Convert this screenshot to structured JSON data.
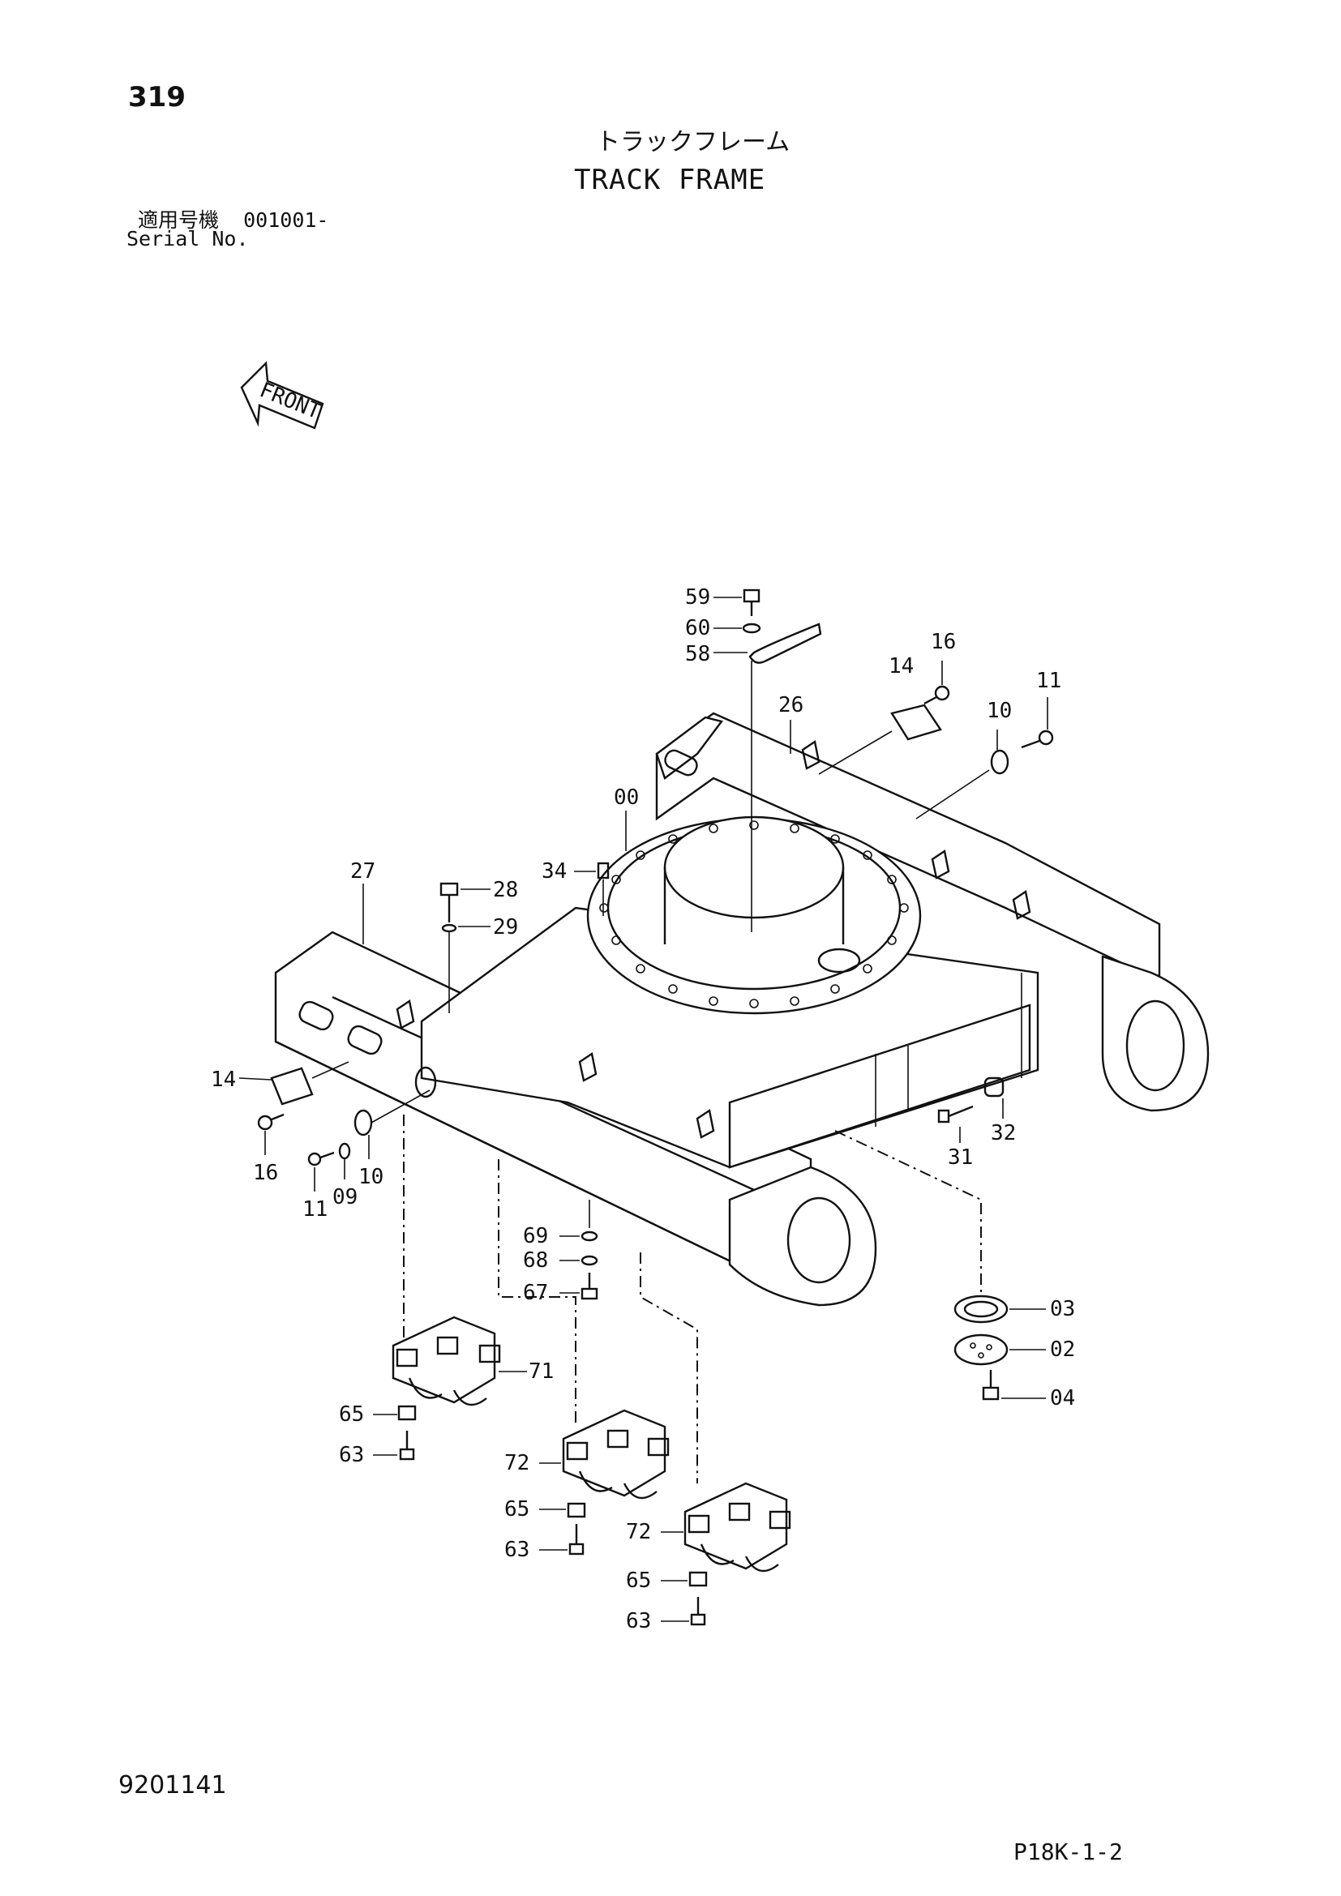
{
  "header": {
    "page_number": "319",
    "title_jp": "トラックフレーム",
    "title_en": "TRACK FRAME",
    "serial_label_jp": "適用号機",
    "serial_value": "001001-",
    "serial_label_en": "Serial No."
  },
  "direction_arrow": {
    "label": "FRONT"
  },
  "callouts": {
    "c59": "59",
    "c60": "60",
    "c58": "58",
    "c16a": "16",
    "c14a": "14",
    "c11a": "11",
    "c10a": "10",
    "c26": "26",
    "c00": "00",
    "c34": "34",
    "c27": "27",
    "c28": "28",
    "c29": "29",
    "c14b": "14",
    "c16b": "16",
    "c11b": "11",
    "c09": "09",
    "c10b": "10",
    "c31": "31",
    "c32": "32",
    "c69": "69",
    "c68": "68",
    "c67": "67",
    "c03": "03",
    "c02": "02",
    "c04": "04",
    "c71": "71",
    "c65a": "65",
    "c63a": "63",
    "c72a": "72",
    "c65b": "65",
    "c63b": "63",
    "c72b": "72",
    "c65c": "65",
    "c63c": "63"
  },
  "footer": {
    "doc_code": "9201141",
    "page_code": "P18K-1-2"
  }
}
